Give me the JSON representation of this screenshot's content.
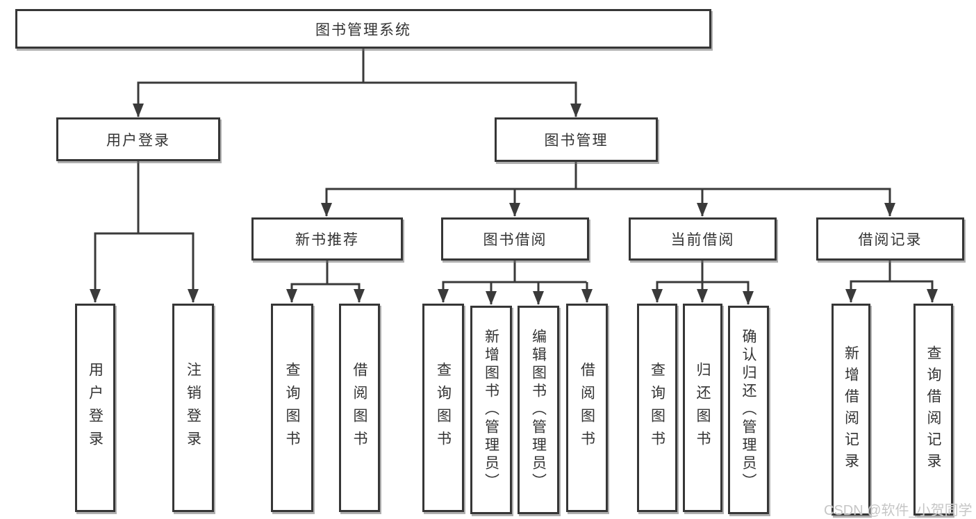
{
  "diagram": {
    "watermark": "CSDN @软件_小贺同学",
    "colors": {
      "line": "#3a3a3a",
      "box_border": "#363636",
      "text": "#333333",
      "watermark": "#c6c6c6",
      "background": "#ffffff"
    },
    "tree": {
      "root": {
        "label": "图书管理系统"
      },
      "branches": [
        {
          "label": "用户登录",
          "children": [
            {
              "label": "用户登录"
            },
            {
              "label": "注销登录"
            }
          ]
        },
        {
          "label": "图书管理",
          "children": [
            {
              "label": "新书推荐",
              "children": [
                {
                  "label": "查询图书"
                },
                {
                  "label": "借阅图书"
                }
              ]
            },
            {
              "label": "图书借阅",
              "children": [
                {
                  "label": "查询图书"
                },
                {
                  "label": "新增图书（管理员）"
                },
                {
                  "label": "编辑图书（管理员）"
                },
                {
                  "label": "借阅图书"
                }
              ]
            },
            {
              "label": "当前借阅",
              "children": [
                {
                  "label": "查询图书"
                },
                {
                  "label": "归还图书"
                },
                {
                  "label": "确认归还（管理员）"
                }
              ]
            },
            {
              "label": "借阅记录",
              "children": [
                {
                  "label": "新增借阅记录"
                },
                {
                  "label": "查询借阅记录"
                }
              ]
            }
          ]
        }
      ]
    }
  }
}
